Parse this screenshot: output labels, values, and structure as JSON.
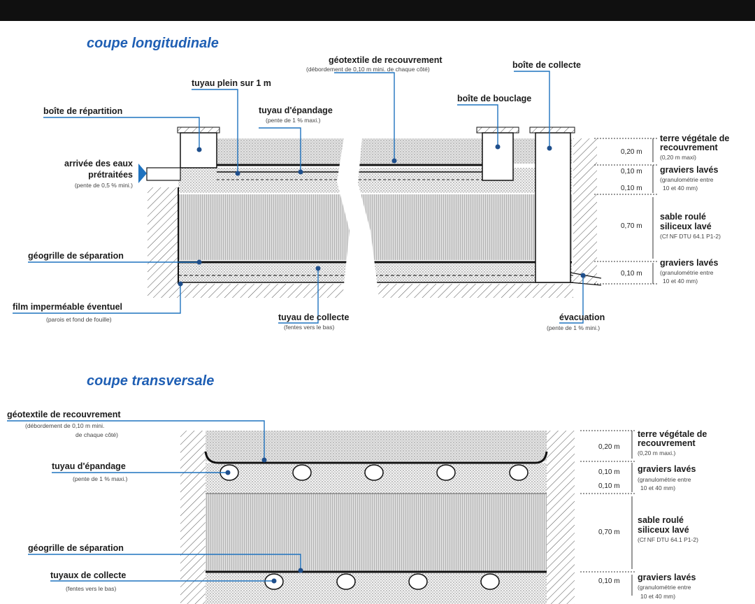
{
  "titles": {
    "longitudinal": "coupe longitudinale",
    "transversal": "coupe transversale"
  },
  "longitudinal": {
    "geotextile": {
      "label": "géotextile de recouvrement",
      "note": "(débordement de 0,10 m mini. de chaque côté)"
    },
    "boite_collecte": "boîte de collecte",
    "tuyau_plein": "tuyau plein sur 1 m",
    "boite_repartition": "boîte de répartition",
    "tuyau_epandage": {
      "label": "tuyau d'épandage",
      "note": "(pente de 1 % maxi.)"
    },
    "boite_bouclage": "boîte de bouclage",
    "arrivee": {
      "line1": "arrivée des eaux",
      "line2": "prétraitées",
      "note": "(pente de 0,5 % mini.)"
    },
    "geogrille": "géogrille de séparation",
    "film": {
      "label": "film imperméable éventuel",
      "note": "(parois et fond de fouille)"
    },
    "tuyau_collecte": {
      "label": "tuyau de collecte",
      "note": "(fentes vers le bas)"
    },
    "evacuation": {
      "label": "évacuation",
      "note": "(pente de 1 % mini.)"
    },
    "dims": [
      "0,20 m",
      "0,10 m",
      "0,10 m",
      "0,70 m",
      "0,10 m"
    ],
    "layers": {
      "terre": {
        "l1": "terre végétale de",
        "l2": "recouvrement",
        "note": "(0,20 m maxi)"
      },
      "graviers1": {
        "l1": "graviers lavés",
        "n1": "(granulométrie entre",
        "n2": "10 et 40 mm)"
      },
      "sable": {
        "l1": "sable roulé",
        "l2": "siliceux lavé",
        "note": "(Cf NF DTU 64.1 P1-2)"
      },
      "graviers2": {
        "l1": "graviers lavés",
        "n1": "(granulométrie entre",
        "n2": "10 et 40 mm)"
      }
    }
  },
  "transversal": {
    "geotextile": {
      "label": "géotextile de recouvrement",
      "n1": "(débordement de 0,10 m mini.",
      "n2": "de chaque côté)"
    },
    "tuyau_epandage": {
      "label": "tuyau d'épandage",
      "note": "(pente de 1 % maxi.)"
    },
    "geogrille": "géogrille de séparation",
    "tuyaux_collecte": {
      "label": "tuyaux de collecte",
      "note": "(fentes vers le bas)"
    },
    "dims": [
      "0,20 m",
      "0,10 m",
      "0,10 m",
      "0,70 m",
      "0,10 m"
    ],
    "layers": {
      "terre": {
        "l1": "terre végétale de",
        "l2": "recouvrement",
        "note": "(0,20 m maxi.)"
      },
      "graviers1": {
        "l1": "graviers lavés",
        "n1": "(granulométrie entre",
        "n2": "10 et 40 mm)"
      },
      "sable": {
        "l1": "sable roulé",
        "l2": "siliceux lavé",
        "note": "(Cf NF DTU 64.1 P1-2)"
      },
      "graviers2": {
        "l1": "graviers lavés",
        "n1": "(granulométrie entre",
        "n2": "10 et 40 mm)"
      }
    }
  }
}
